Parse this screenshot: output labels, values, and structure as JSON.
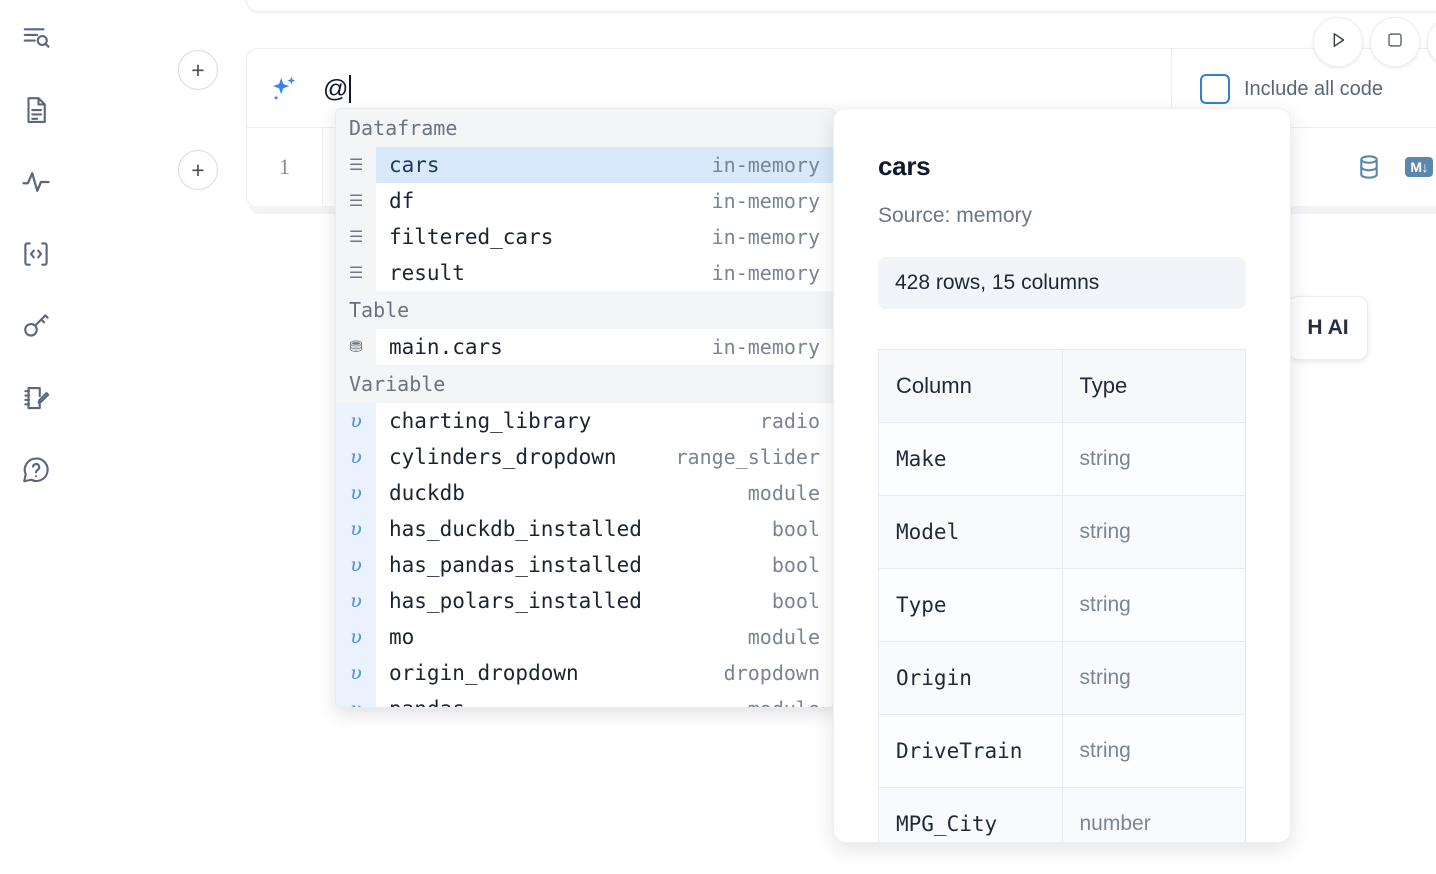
{
  "app": {
    "accent_blue": "#3b82f6",
    "selected_row_bg": "#d7e9fb",
    "muted_text": "#7a8493"
  },
  "sidebar": {
    "items": [
      {
        "name": "explore-icon",
        "label": "Explore"
      },
      {
        "name": "document-icon",
        "label": "Notebook"
      },
      {
        "name": "activity-icon",
        "label": "Activity"
      },
      {
        "name": "code-icon",
        "label": "Code"
      },
      {
        "name": "key-icon",
        "label": "Secrets"
      },
      {
        "name": "scratchpad-icon",
        "label": "Scratchpad"
      },
      {
        "name": "help-icon",
        "label": "Help"
      }
    ]
  },
  "cell_controls": {
    "add_cell_above_label": "+",
    "add_cell_below_label": "+",
    "run_label": "▷",
    "stop_label": "□"
  },
  "ai_prompt": {
    "icon": "sparkle-icon",
    "value": "@",
    "include_all_code_label": "Include all code",
    "include_all_code_checked": false
  },
  "code_cell": {
    "line_number": "1",
    "icons": [
      "database-icon",
      "markdown-icon"
    ],
    "markdown_badge": "M↓"
  },
  "floating_button": {
    "label": "H AI"
  },
  "autocomplete": {
    "groups": [
      {
        "title": "Dataframe",
        "items": [
          {
            "icon": "dataframe-icon",
            "icon_glyph": "☰",
            "label": "cars",
            "meta": "in-memory",
            "selected": true
          },
          {
            "icon": "dataframe-icon",
            "icon_glyph": "☰",
            "label": "df",
            "meta": "in-memory",
            "selected": false
          },
          {
            "icon": "dataframe-icon",
            "icon_glyph": "☰",
            "label": "filtered_cars",
            "meta": "in-memory",
            "selected": false
          },
          {
            "icon": "dataframe-icon",
            "icon_glyph": "☰",
            "label": "result",
            "meta": "in-memory",
            "selected": false
          }
        ]
      },
      {
        "title": "Table",
        "items": [
          {
            "icon": "table-icon",
            "icon_glyph": "⛃",
            "label": "main.cars",
            "meta": "in-memory",
            "selected": false
          }
        ]
      },
      {
        "title": "Variable",
        "items": [
          {
            "icon": "variable-icon",
            "icon_glyph": "υ",
            "label": "charting_library",
            "meta": "radio",
            "selected": false
          },
          {
            "icon": "variable-icon",
            "icon_glyph": "υ",
            "label": "cylinders_dropdown",
            "meta": "range_slider",
            "selected": false
          },
          {
            "icon": "variable-icon",
            "icon_glyph": "υ",
            "label": "duckdb",
            "meta": "module",
            "selected": false
          },
          {
            "icon": "variable-icon",
            "icon_glyph": "υ",
            "label": "has_duckdb_installed",
            "meta": "bool",
            "selected": false
          },
          {
            "icon": "variable-icon",
            "icon_glyph": "υ",
            "label": "has_pandas_installed",
            "meta": "bool",
            "selected": false
          },
          {
            "icon": "variable-icon",
            "icon_glyph": "υ",
            "label": "has_polars_installed",
            "meta": "bool",
            "selected": false
          },
          {
            "icon": "variable-icon",
            "icon_glyph": "υ",
            "label": "mo",
            "meta": "module",
            "selected": false
          },
          {
            "icon": "variable-icon",
            "icon_glyph": "υ",
            "label": "origin_dropdown",
            "meta": "dropdown",
            "selected": false
          },
          {
            "icon": "variable-icon",
            "icon_glyph": "υ",
            "label": "pandas",
            "meta": "module",
            "selected": false
          }
        ]
      }
    ]
  },
  "preview": {
    "title": "cars",
    "source": "Source: memory",
    "stats": "428 rows, 15 columns",
    "table": {
      "headers": [
        "Column",
        "Type"
      ],
      "rows": [
        [
          "Make",
          "string"
        ],
        [
          "Model",
          "string"
        ],
        [
          "Type",
          "string"
        ],
        [
          "Origin",
          "string"
        ],
        [
          "DriveTrain",
          "string"
        ],
        [
          "MPG_City",
          "number"
        ]
      ]
    }
  }
}
